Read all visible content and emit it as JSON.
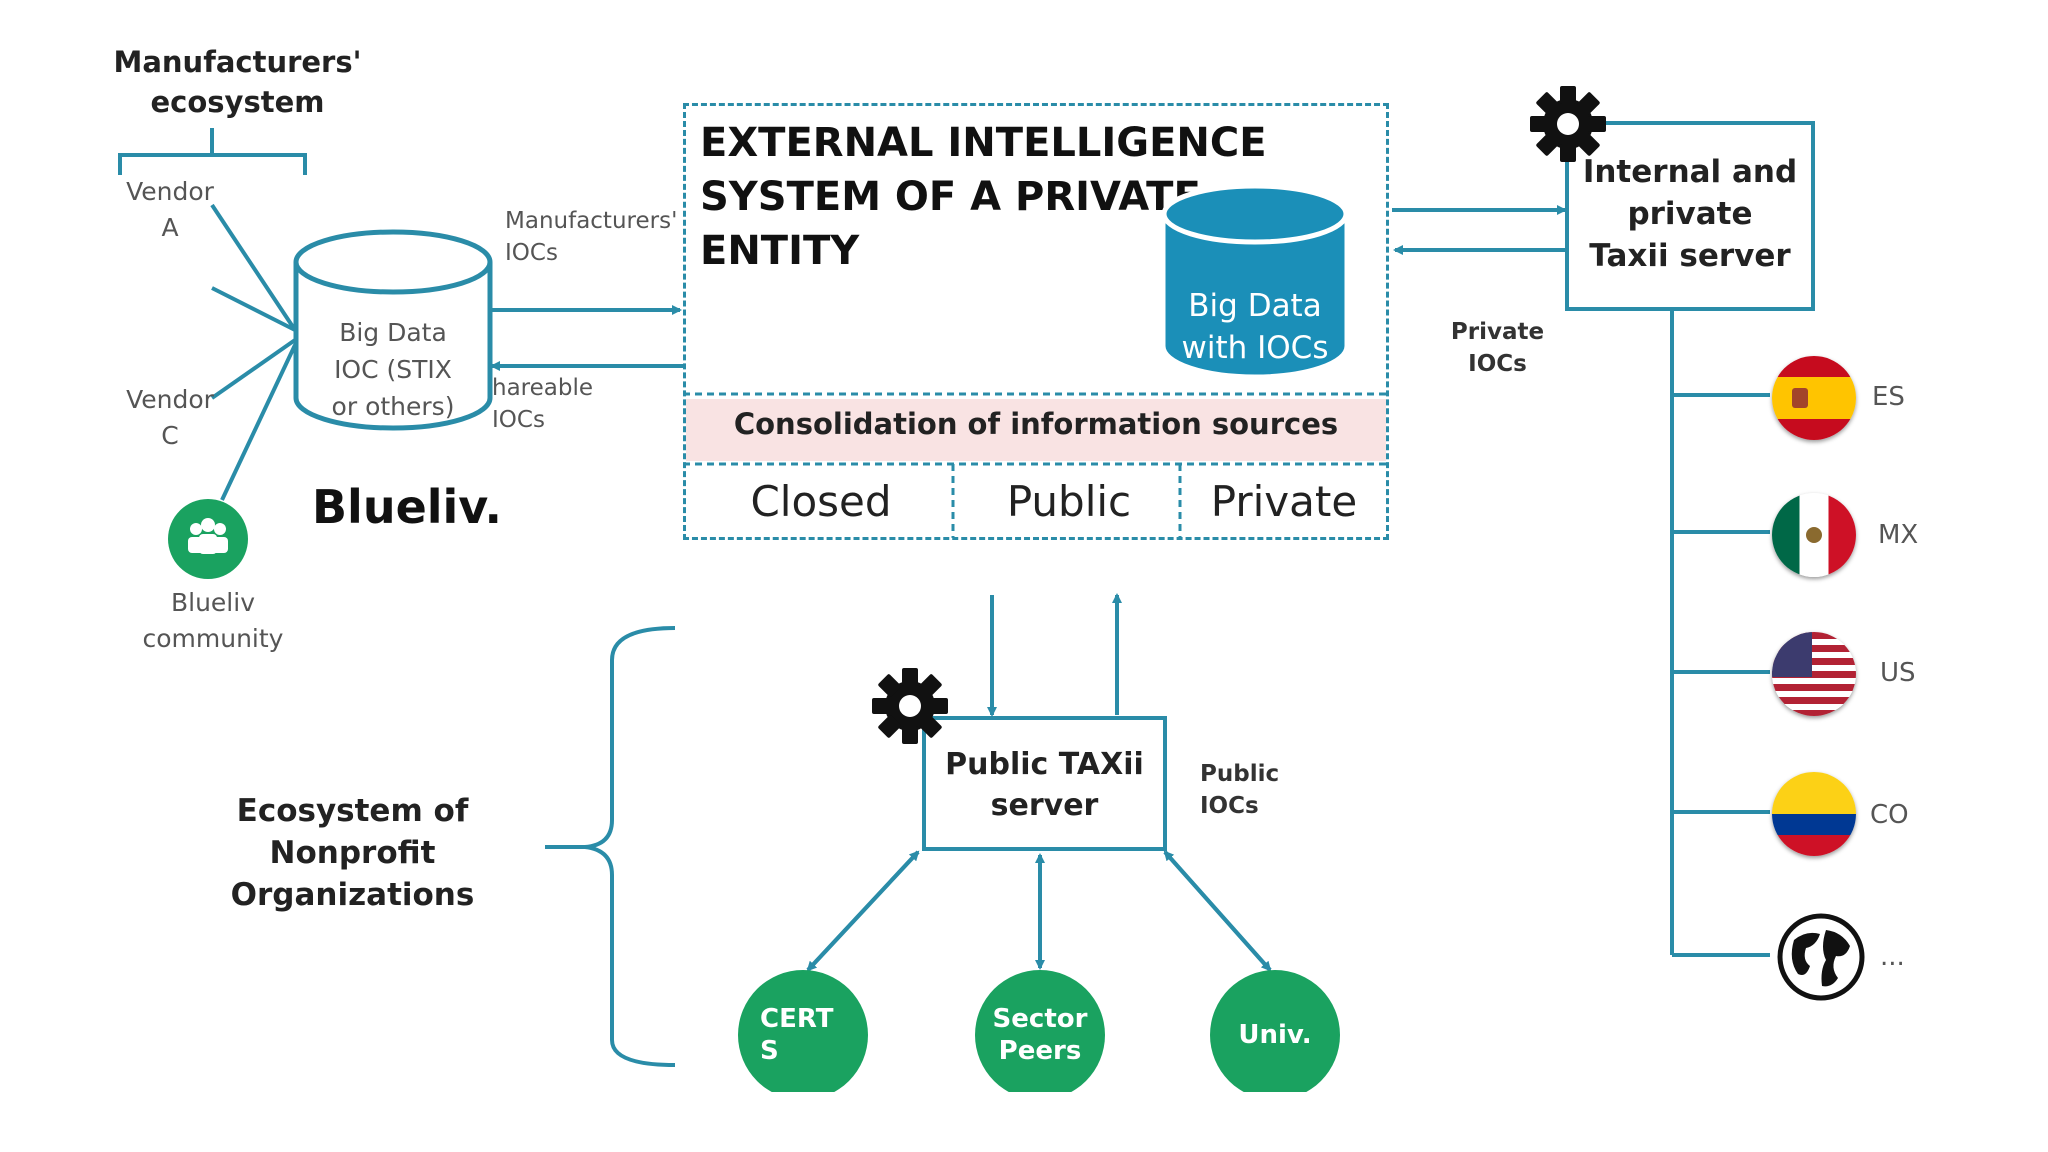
{
  "manufacturers": {
    "title": "Manufacturers'\necosystem",
    "vendor_a": "Vendor\nA",
    "vendor_c": "Vendor\nC"
  },
  "blueliv_db": {
    "label": "Big Data\nIOC (STIX\nor others)",
    "logo": "Blueliv.",
    "community": "Blueliv\ncommunity"
  },
  "flows": {
    "manufacturers_iocs": "Manufacturers'\nIOCs",
    "shareable_iocs": "hareable\nIOCs",
    "private_iocs": "Private\nIOCs",
    "public_iocs": "Public\nIOCs"
  },
  "external": {
    "title": "EXTERNAL INTELLIGENCE\nSYSTEM OF A PRIVATE\nENTITY",
    "bigdata": "Big Data\nwith IOCs",
    "consolidation": "Consolidation of information sources",
    "sources": [
      "Closed",
      "Public",
      "Private"
    ]
  },
  "private_taxii": {
    "label": "Internal and\nprivate\nTaxii server"
  },
  "countries": [
    {
      "code": "ES",
      "flag": "spain-flag"
    },
    {
      "code": "MX",
      "flag": "mexico-flag"
    },
    {
      "code": "US",
      "flag": "usa-flag"
    },
    {
      "code": "CO",
      "flag": "colombia-flag"
    },
    {
      "code": "...",
      "flag": "globe"
    }
  ],
  "public_taxii": {
    "label": "Public TAXii\nserver"
  },
  "nonprofit": {
    "title": "Ecosystem of\nNonprofit\nOrganizations",
    "members": [
      "CERT\nS",
      "Sector\nPeers",
      "Univ."
    ]
  },
  "colors": {
    "accent": "#2a8ca8",
    "green": "#1aa260",
    "db_blue": "#1b8fb8",
    "pink": "#f9e3e3"
  }
}
